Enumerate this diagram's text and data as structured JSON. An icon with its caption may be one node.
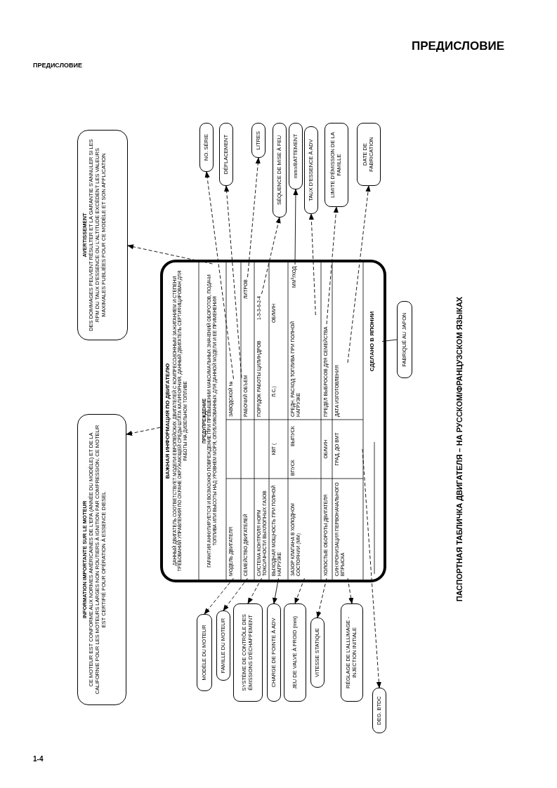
{
  "diagram": {
    "title": "ПАСПОРТНАЯ ТАБЛИЧКА ДВИГАТЕЛЯ – НА РУССКОМ/ФРАНЦУЗСКОМ ЯЗЫКАХ",
    "nodes": [
      {
        "text": [
          "ВАЖНАЯ ИНФОРМАЦИЯ ПО ДВИГАТЕЛЮ",
          "ДАННЫЙ ДВИГАТЕЛЬ СООТВЕТСТВУЕТ МОДЕЛИ ЕВРОПЕЙСКИХ ДВИГАТЕЛЕЙ С КОМПРЕССИОННЫМ ЗАЖИГАНИЕМ И СТЕПЕНИ ТРЕБОВАНИЙ УПРАВЛЕНИЯ ПО ОХРАНЕ ОКРУЖАЮЩЕЙ СРЕДЫ ШТАТА КАЛИФОРНИЯ. ДАННЫЙ ДВИГАТЕЛЬ СЕРТИФИЦИРОВАН ДЛЯ РАБОТЫ НА ДИЗЕЛЬНОМ ТОПЛИВЕ"
        ]
      },
      {
        "text": [
          "ПРЕДУПРЕЖДЕНИЕ",
          "ГАРАНТИЯ АННУЛИРУЕТСЯ И ВОЗМОЖНО ПОВРЕЖДЕНИЕ ПРИ ПРЕВЫШЕНИИ МАКСИМАЛЬНЫХ ЗНАЧЕНИЙ ОБОРОТОВ, ПОДАЧИ ТОПЛИВА ИЛИ ВЫСОТЫ НАД УРОВНЕМ МОРЯ, ОПУБЛИКОВАННЫХ ДЛЯ ДАННОЙ МОДЕЛИ И ЕЕ ПРИМЕНЕНИЯ"
        ],
        "in": 0
      },
      {
        "text": [
          "МОДЕЛЬ ДВИГАТЕЛЯ"
        ],
        "in": 0
      },
      {
        "text": [
          "ЗАВОДСКОЙ №"
        ],
        "in": 0
      },
      {
        "text": [
          "СЕМЕЙСТВО ДВИГАТЕЛЕЙ"
        ],
        "in": 0
      },
      {
        "text": [
          "РАБОЧИЙ ОБЪЕМ"
        ],
        "in": 0
      },
      {
        "text": [
          "ЛИТРОВ"
        ],
        "in": 0
      },
      {
        "text": [
          "СИСТЕМА КОНТРОЛЯ НОРМ ТОКСИЧНОСТИ ВЫХЛОПНЫХ ГАЗОВ"
        ],
        "in": 0
      },
      {
        "text": [
          "ПОРЯДОК РАБОТЫ ЦИЛИНДРОВ"
        ],
        "in": 0
      },
      {
        "text": [
          "1-5-3-6-2-4"
        ],
        "in": 0
      },
      {
        "text": [
          "ВЫХОДНАЯ МОЩНОСТЬ ПРИ ПОЛНОЙ НАГРУЗКЕ"
        ],
        "in": 0
      },
      {
        "text": [
          "КВТ ("
        ],
        "in": 0
      },
      {
        "text": [
          "Л.С.)"
        ],
        "in": 0
      },
      {
        "text": [
          "ОБ/МИН"
        ],
        "in": 0
      },
      {
        "text": [
          "ЗАЗОР КЛАПАНА В ХОЛОДНОМ СОСТОЯНИИ (ММ)"
        ],
        "in": 0
      },
      {
        "text": [
          "ВПУСК"
        ],
        "in": 0
      },
      {
        "text": [
          "ВЫПУСК"
        ],
        "in": 0
      },
      {
        "text": [
          "СРЕДН. РАСХОД ТОПЛИВА ПРИ ПОЛНОЙ НАГРУЗКЕ"
        ],
        "in": 0
      },
      {
        "text": [
          "ММ$^{3}$/ХОД"
        ],
        "in": 0
      },
      {
        "text": [
          "ХОЛОСТЫЕ ОБОРОТЫ ДВИГАТЕЛЯ"
        ],
        "in": 0
      },
      {
        "text": [
          "ОБ/МИН"
        ],
        "in": 0
      },
      {
        "text": [
          "ПРЕДЕЛ ВЫБРОСОВ ДЛЯ СЕМЕЙСТВА"
        ],
        "in": 0
      },
      {
        "text": [
          "СИНХРОНИЗАЦИЯ ПЕРВОНАЧАЛЬНОГО ВПРЫСКА"
        ],
        "in": 0
      },
      {
        "text": [
          "ГРАД. ДО ВМТ"
        ],
        "in": 0
      },
      {
        "text": [
          "ДАТА ИЗГОТОВЛЕНИЯ"
        ],
        "in": 0
      },
      {
        "text": [
          "СДЕЛАНО В ЯПОНИИ"
        ],
        "in": 0
      },
      {
        "text": [
          "INFORMATION IMPORTANTE SUR LE MOTEUR",
          "CE MOTEUR EST CONFORME AUX NORMES AMÉRICAINES DE L'EPA (ANNÉE DU MODÈLE) ET DE LA CALIFORNIE POUR LES MOTEURS LARGES NON ROUTIERS À IGNITION PAR COMPRESSION. CE MOTEUR EST CERTIFIÉ POUR OPÉRATION À ESSENCE DIESEL"
        ]
      },
      {
        "text": [
          "AVERTISSEMENT",
          "DES DOMMAGES PEUVENT RÉSULTER ET LA GARANTIE S'ANNULER SI LES RPM DU TAUX D'ESSENCE OU L'ALTITUDE EXCÈDENT LES VALEURS MAXIMALES PUBLIÉES POUR CE MODÈLE ET SON APPLICATION"
        ]
      },
      {
        "text": [
          "NO. SÉRIE"
        ]
      },
      {
        "text": [
          "DÉPLACEMENT"
        ]
      },
      {
        "text": [
          "LITRES"
        ]
      },
      {
        "text": [
          "SÉQUENCE DE MISE À FEU"
        ]
      },
      {
        "text": [
          "mm$^{3}$/BATTEMENT"
        ]
      },
      {
        "text": [
          "TAUX D'ESSENCE À ADV"
        ]
      },
      {
        "text": [
          "LIMITE D'ÉMISSION DE LA FAMILLE"
        ]
      },
      {
        "text": [
          "DATE DE FABRICATION"
        ]
      },
      {
        "text": [
          "MODÈLE DU MOTEUR"
        ]
      },
      {
        "text": [
          "FAMILLE DU MOTEUR"
        ]
      },
      {
        "text": [
          "SYSTÈME DE CONTRÔLE DES ÉMISSIONS D'ÉCHAPPEMENT"
        ]
      },
      {
        "text": [
          "CHARGE DE POINTE À ADV"
        ]
      },
      {
        "text": [
          "JEU DE VALVE À FROID (mm)"
        ]
      },
      {
        "text": [
          "VITESSE STATIQUE"
        ]
      },
      {
        "text": [
          "RÉGLAGE DE L'ALLUMAGE - INJECTION INITIALE"
        ]
      },
      {
        "text": [
          "DEG. BTDC"
        ]
      },
      {
        "text": [
          "FABRIQUÉ AU JAPON"
        ]
      }
    ],
    "edges": [
      {
        "from": 0,
        "to": 26,
        "arrow": "to",
        "style": "dashed"
      },
      {
        "from": 1,
        "to": 27,
        "arrow": "to",
        "style": "dashed"
      },
      {
        "from": 3,
        "to": 28,
        "arrow": "to",
        "style": "dashed"
      },
      {
        "from": 5,
        "to": 29,
        "arrow": "to",
        "style": "dashed"
      },
      {
        "from": 6,
        "to": 30,
        "arrow": "to",
        "style": "dashed"
      },
      {
        "from": 9,
        "to": 31,
        "arrow": "to",
        "style": "dashed"
      },
      {
        "from": 18,
        "to": 32,
        "arrow": "to"
      },
      {
        "from": 17,
        "to": 33,
        "arrow": "to",
        "style": "dashed"
      },
      {
        "from": 21,
        "to": 34,
        "arrow": "to",
        "style": "dashed"
      },
      {
        "from": 24,
        "to": 35,
        "arrow": "to",
        "style": "dashed"
      },
      {
        "from": 2,
        "to": 36,
        "arrow": "to",
        "style": "dashed"
      },
      {
        "from": 4,
        "to": 37,
        "arrow": "to",
        "style": "dashed"
      },
      {
        "from": 7,
        "to": 38,
        "arrow": "to",
        "style": "dashed"
      },
      {
        "from": 10,
        "to": 39,
        "arrow": "to"
      },
      {
        "from": 14,
        "to": 40,
        "arrow": "to",
        "style": "dashed"
      },
      {
        "from": 19,
        "to": 41,
        "arrow": "to",
        "style": "dashed"
      },
      {
        "from": 22,
        "to": 42,
        "arrow": "to",
        "style": "dashed"
      },
      {
        "from": 23,
        "to": 43,
        "arrow": "to",
        "style": "dashed"
      },
      {
        "from": 25,
        "to": 44,
        "arrow": "none"
      }
    ],
    "labels": [
      "ПРЕДИСЛОВИЕ",
      "ПРЕДИСЛОВИЕ",
      "1-4"
    ]
  }
}
